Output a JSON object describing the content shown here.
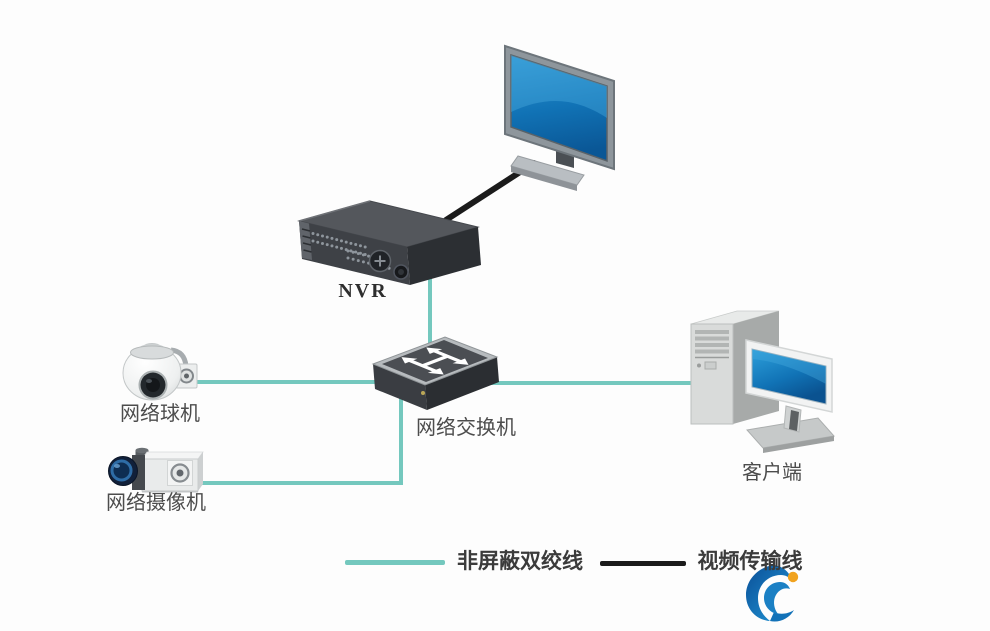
{
  "diagram": {
    "type": "network-topology",
    "background": "#fdfdfd",
    "nodes": {
      "monitor": {
        "label": ""
      },
      "nvr": {
        "label": "NVR"
      },
      "switch": {
        "label": "网络交换机"
      },
      "dome_camera": {
        "label": "网络球机"
      },
      "box_camera": {
        "label": "网络摄像机"
      },
      "client": {
        "label": "客户端"
      }
    },
    "connections": [
      {
        "from": "monitor",
        "to": "nvr",
        "line_type": "视频传输线"
      },
      {
        "from": "nvr",
        "to": "switch",
        "line_type": "非屏蔽双绞线"
      },
      {
        "from": "dome_camera",
        "to": "switch",
        "line_type": "非屏蔽双绞线"
      },
      {
        "from": "box_camera",
        "to": "switch",
        "line_type": "非屏蔽双绞线"
      },
      {
        "from": "switch",
        "to": "client",
        "line_type": "非屏蔽双绞线"
      }
    ],
    "legend": {
      "utp": {
        "label": "非屏蔽双绞线",
        "color": "#74c8be"
      },
      "video": {
        "label": "视频传输线",
        "color": "#1b1b1b"
      }
    },
    "colors": {
      "utp_line": "#74c8be",
      "video_line": "#1b1b1b",
      "screen_blue": "#1478bf",
      "label_text": "#4c4c4c",
      "logo_blue": "#1b6cb3",
      "logo_orange": "#f1a31f"
    },
    "watermark": {
      "icon": "wave-logo"
    }
  }
}
